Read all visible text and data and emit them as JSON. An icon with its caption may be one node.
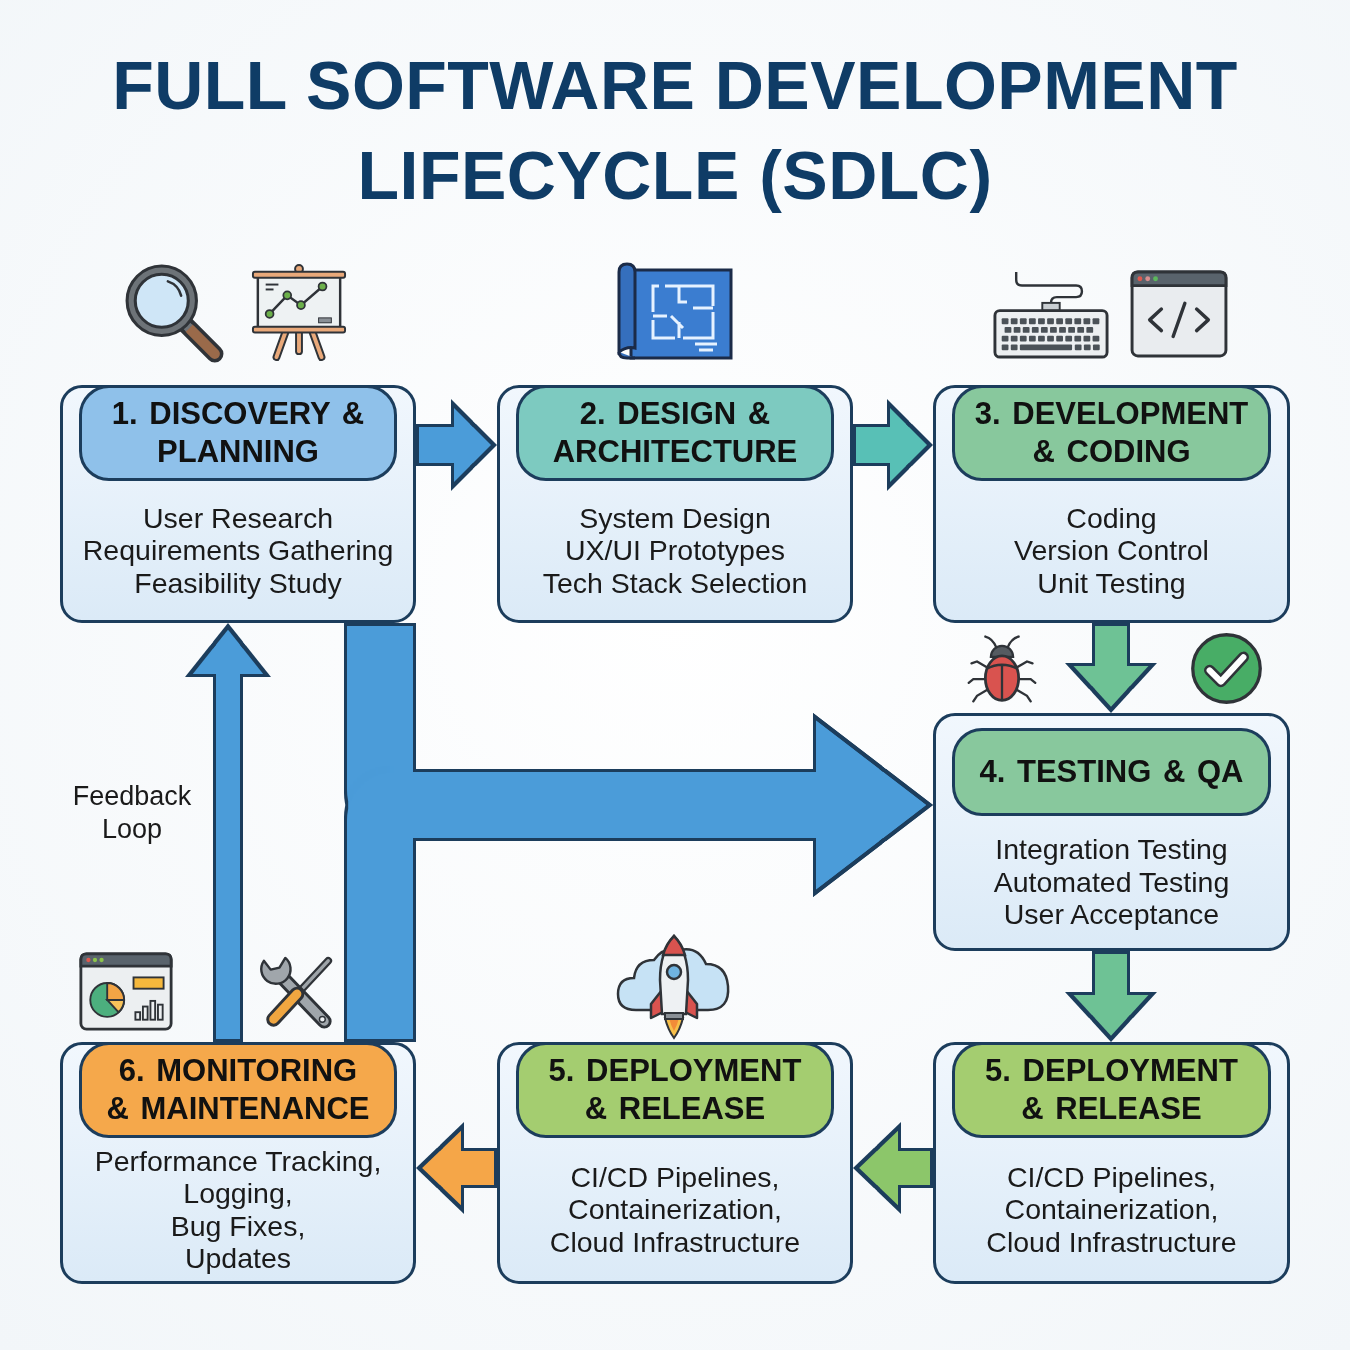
{
  "diagram": {
    "title": "FULL SOFTWARE DEVELOPMENT LIFECYCLE (SDLC)",
    "nodes": [
      {
        "text": [
          "1. DISCOVERY & PLANNING",
          "User Research",
          "Requirements Gathering",
          "Feasibility Study"
        ]
      },
      {
        "text": [
          "2. DESIGN & ARCHITECTURE",
          "System Design",
          "UX/UI Prototypes",
          "Tech Stack Selection"
        ]
      },
      {
        "text": [
          "3. DEVELOPMENT & CODING",
          "Coding",
          "Version Control",
          "Unit Testing"
        ]
      },
      {
        "text": [
          "4. TESTING & QA",
          "Integration Testing",
          "Automated Testing",
          "User Acceptance"
        ]
      },
      {
        "text": [
          "6. MONITORING & MAINTENANCE",
          "Performance Tracking,",
          "Logging,",
          "Bug Fixes,",
          "Updates"
        ]
      },
      {
        "text": [
          "5. DEPLOYMENT & RELEASE",
          "CI/CD Pipelines,",
          "Containerization,",
          "Cloud Infrastructure"
        ]
      },
      {
        "text": [
          "5. DEPLOYMENT & RELEASE",
          "CI/CD Pipelines,",
          "Containerization,",
          "Cloud Infrastructure"
        ]
      }
    ],
    "edges": [
      {
        "from": 0,
        "to": 1,
        "arrow": "to"
      },
      {
        "from": 1,
        "to": 2,
        "arrow": "to",
        "color": "#58c0b6"
      },
      {
        "from": 2,
        "to": 3,
        "arrow": "to",
        "color": "#6ec295"
      },
      {
        "from": 3,
        "to": 6,
        "arrow": "to",
        "color": "#6ec295"
      },
      {
        "from": 6,
        "to": 5,
        "arrow": "to",
        "color": "#8cc66a"
      },
      {
        "from": 5,
        "to": 4,
        "arrow": "to",
        "color": "#f5a648"
      },
      {
        "from": 4,
        "to": 0,
        "arrow": "to",
        "label": "Feedback Loop"
      },
      {
        "from": 0,
        "to": 3,
        "arrow": "to",
        "style": "thick"
      },
      {
        "from": 4,
        "to": 3,
        "arrow": "to",
        "style": "thick"
      }
    ]
  }
}
